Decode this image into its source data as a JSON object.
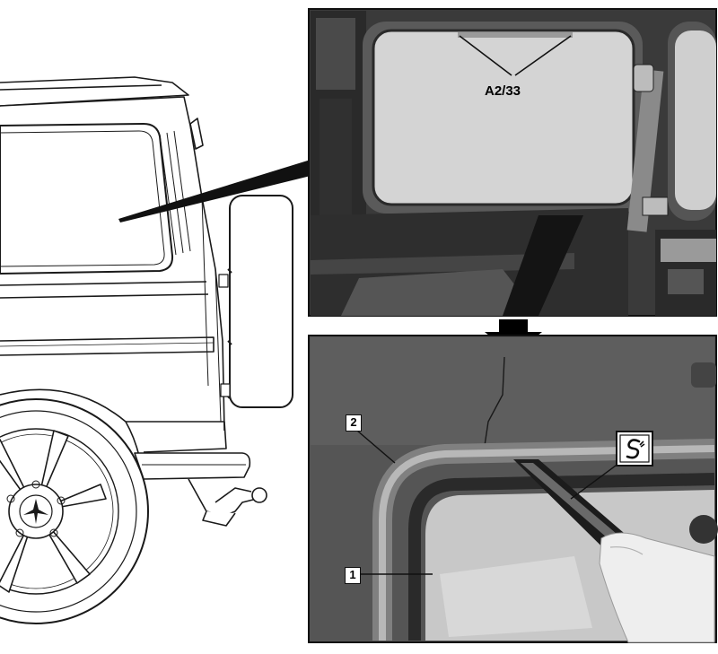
{
  "labels": {
    "sensor": "A2/33",
    "part_1": "1",
    "part_2": "2"
  },
  "icons": {
    "tool": "special-tool-icon"
  },
  "colors": {
    "line_art": "#1a1a1a",
    "photo_frame": "#111111",
    "photo_dark": "#3a3a3a",
    "glass": "#d4d4d4"
  }
}
